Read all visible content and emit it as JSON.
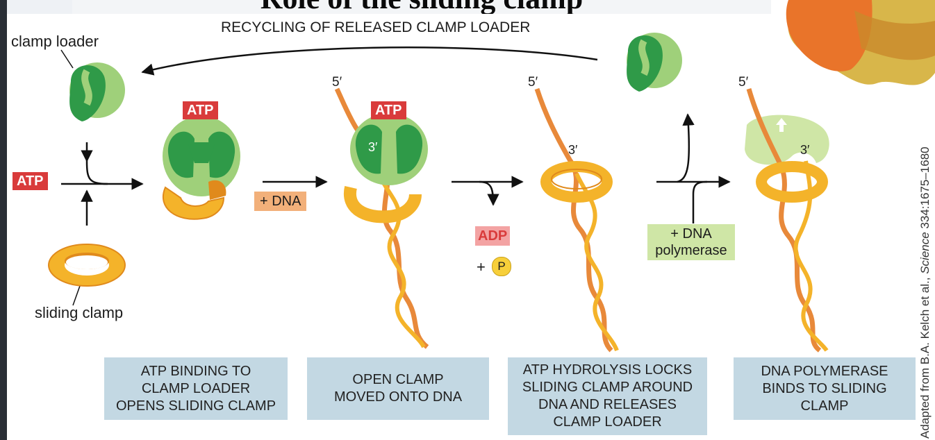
{
  "title": "Role of the sliding clamp",
  "top_label": "RECYCLING OF RELEASED CLAMP LOADER",
  "labels": {
    "clamp_loader": "clamp loader",
    "sliding_clamp": "sliding clamp",
    "atp_left": "ATP",
    "atp_tag_1": "ATP",
    "atp_tag_2": "ATP",
    "plus_dna": "+ DNA",
    "adp": "ADP",
    "plus": "+",
    "p": "P",
    "plus_dna_polymerase": "+ DNA\npolymerase",
    "five_prime_1": "5′",
    "five_prime_2": "5′",
    "five_prime_3": "5′",
    "three_prime_1": "3′",
    "three_prime_2": "3′",
    "three_prime_3": "3′"
  },
  "captions": [
    "ATP BINDING TO\nCLAMP LOADER\nOPENS SLIDING CLAMP",
    "OPEN CLAMP\nMOVED ONTO DNA",
    "ATP HYDROLYSIS LOCKS\nSLIDING CLAMP AROUND\nDNA AND RELEASES\nCLAMP LOADER",
    "DNA POLYMERASE\nBINDS TO SLIDING\nCLAMP"
  ],
  "credit": {
    "prefix": "Adapted from B.A. Kelch et al.,",
    "journal": "Science",
    "ref": "334:1675–1680"
  },
  "colors": {
    "clamp_loader_dark": "#2f9a48",
    "clamp_loader_light": "#9fd07a",
    "clamp": "#f4b32a",
    "clamp_edge": "#e08a1c",
    "dna": "#e8893a",
    "atp_red": "#d93b3b",
    "adp_pink": "#f3a3a3",
    "phosphate": "#f7cf3a",
    "plus_dna_orange": "#f2b07a",
    "polymerase_green": "#cfe6a6",
    "caption_blue": "#c3d8e3",
    "protein_orange": "#e9742a"
  }
}
